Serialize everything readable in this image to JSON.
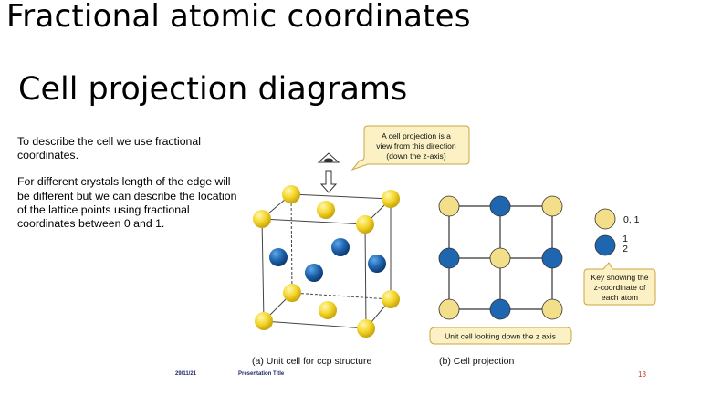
{
  "slide": {
    "title": "Fractional atomic coordinates",
    "subtitle": "Cell projection diagrams",
    "paragraphs": [
      "To describe the cell we use fractional coordinates.",
      "For different crystals length of the edge will be different but we can describe the location of the lattice points using fractional coordinates between 0 and 1."
    ]
  },
  "figure": {
    "callout_top": [
      "A cell projection is a",
      "view from this direction",
      "(down the z-axis)"
    ],
    "caption_a": "(a) Unit cell for ccp structure",
    "caption_b": "(b) Cell projection",
    "grid_label": "Unit cell looking down the z axis",
    "key_label_0": "0, 1",
    "key_label_half_num": "1",
    "key_label_half_den": "2",
    "key_callout": [
      "Key showing the",
      "z-coordinate of",
      "each atom"
    ],
    "colors": {
      "yellow": "#f3de8a",
      "yellow_dark": "#e6c832",
      "blue": "#1f66b0",
      "callout_bg": "#fbf1c4",
      "callout_border": "#c9a642"
    }
  },
  "footer": {
    "date": "29/11/21",
    "presentation_title": "Presentation Title",
    "page_number": "13"
  }
}
